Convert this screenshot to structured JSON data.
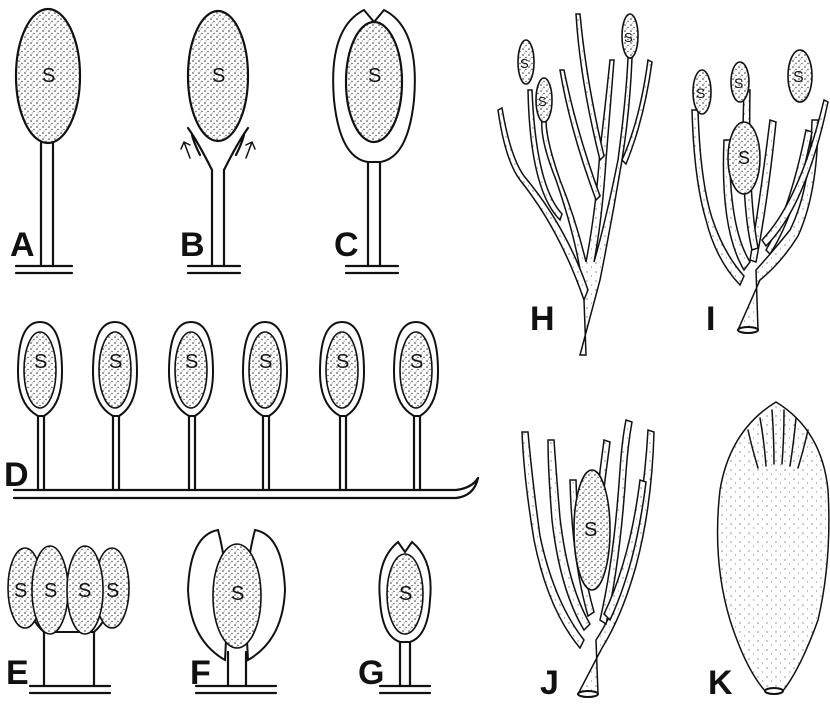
{
  "figure": {
    "panel_labels": {
      "A": "A",
      "B": "B",
      "C": "C",
      "D": "D",
      "E": "E",
      "F": "F",
      "G": "G",
      "H": "H",
      "I": "I",
      "J": "J",
      "K": "K"
    },
    "sporangium_label": "S"
  }
}
